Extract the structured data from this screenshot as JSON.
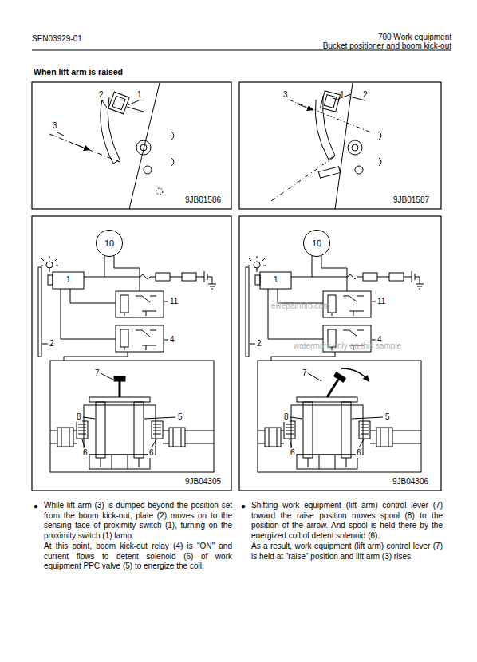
{
  "diagram": {
    "title": "When lift arm is raised",
    "nodes": [
      {
        "text": [
          "10"
        ]
      },
      {
        "text": [
          "10"
        ]
      }
    ],
    "labels": [
      "SEN03929-01",
      "700 Work equipment",
      "Bucket positioner and boom kick-out",
      "2",
      "1",
      "3",
      "9JB01586",
      "3",
      "1",
      "2",
      "9JB01587",
      "1",
      "11",
      "2",
      "4",
      "7",
      "8",
      "5",
      "6",
      "6",
      "9JB04305",
      "1",
      "11",
      "2",
      "4",
      "7",
      "8",
      "5",
      "6",
      "6",
      "9JB04306",
      "eRepairInfo.com",
      "watermark only on this sample",
      "●",
      "While lift arm (3) is dumped beyond the position set from the boom kick-out, plate (2) moves on to the sensing face of proximity switch (1), turning on the proximity switch (1) lamp.",
      "At this point, boom kick-out relay (4) is \"ON\" and current flows to detent solenoid (6) of work equipment PPC valve (5) to energize the coil.",
      "●",
      "Shifting work equipment (lift arm) control lever (7) toward the raise position moves spool (8) to the position of the arrow. And spool is held there by the energized coil of detent solenoid (6).",
      "As a result, work equipment (lift arm) control lever (7) is held at \"raise\" position and lift arm (3) rises."
    ]
  }
}
